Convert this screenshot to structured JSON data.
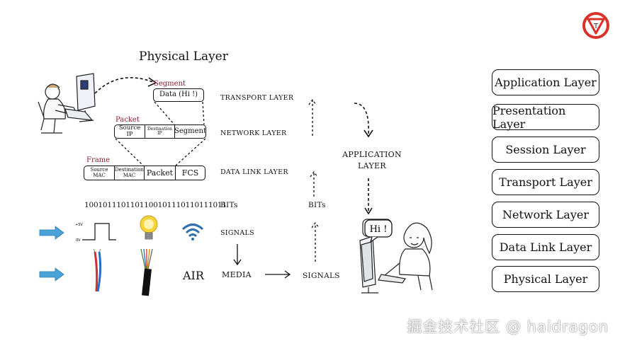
{
  "title": "Physical Layer",
  "segment_label": "Segment",
  "segment_box": "Data (Hi !)",
  "packet_label": "Packet",
  "packet_cells": [
    "Source IP",
    "Destination IP",
    "Segment"
  ],
  "frame_label": "Frame",
  "frame_cells": [
    "Source MAC",
    "Destination MAC",
    "Packet",
    "FCS"
  ],
  "layer_labels": {
    "transport": "TRANSPORT LAYER",
    "network": "NETWORK LAYER",
    "datalink": "DATA LINK LAYER",
    "bits": "BITs",
    "signals": "SIGNALS",
    "media": "MEDIA",
    "signals2": "SIGNALS",
    "bits2": "BITs",
    "application_line1": "APPLICATION",
    "application_line2": "LAYER"
  },
  "bitstring": "1001011101101100101110110111011",
  "waveform_labels": {
    "high": "+5V",
    "low": "0V"
  },
  "air_label": "AIR",
  "speech_bubble": "Hi !",
  "osi_layers": [
    "Application Layer",
    "Presentation Layer",
    "Session Layer",
    "Transport Layer",
    "Network Layer",
    "Data Link Layer",
    "Physical Layer"
  ],
  "watermark": "掘金技术社区 @ haidragon",
  "colors": {
    "frame_red": "#8a2030",
    "arrow_blue": "#4aa3d8",
    "logo_red": "#d9322b",
    "bulb_yellow": "#f6d43a",
    "wifi_blue": "#2f6fb0"
  }
}
